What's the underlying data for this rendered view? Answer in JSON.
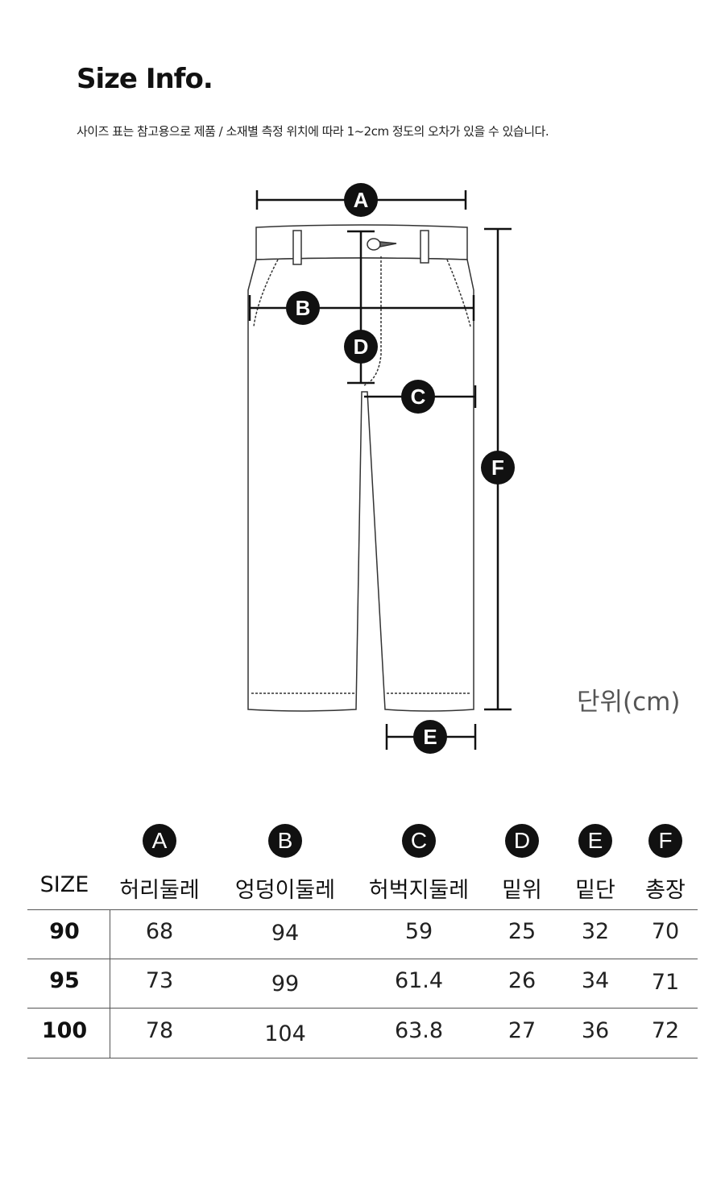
{
  "title": "Size Info.",
  "note": "사이즈 표는 참고용으로 제품 / 소재별 측정 위치에 따라 1~2cm 정도의 오차가 있을 수 있습니다.",
  "unit_label": "단위(cm)",
  "measure_labels": [
    "A",
    "B",
    "C",
    "D",
    "E",
    "F"
  ],
  "table": {
    "size_header": "SIZE",
    "columns": [
      {
        "key": "A",
        "label": "허리둘레"
      },
      {
        "key": "B",
        "label": "엉덩이둘레"
      },
      {
        "key": "C",
        "label": "허벅지둘레"
      },
      {
        "key": "D",
        "label": "밑위"
      },
      {
        "key": "E",
        "label": "밑단"
      },
      {
        "key": "F",
        "label": "총장"
      }
    ],
    "rows": [
      {
        "size": "90",
        "values": [
          "68",
          "94",
          "59",
          "25",
          "32",
          "70"
        ]
      },
      {
        "size": "95",
        "values": [
          "73",
          "99",
          "61.4",
          "26",
          "34",
          "71"
        ]
      },
      {
        "size": "100",
        "values": [
          "78",
          "104",
          "63.8",
          "27",
          "36",
          "72"
        ]
      }
    ]
  }
}
